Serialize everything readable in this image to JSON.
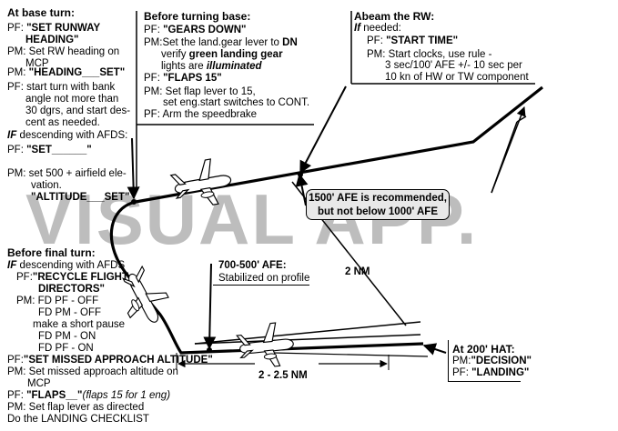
{
  "watermark": "VISUAL APP.",
  "base_turn": {
    "header": "At base turn:",
    "l1_role": "PF:",
    "l1_text": "\"SET RUNWAY",
    "l2_text": "HEADING\"",
    "l3_role": "PM:",
    "l3_text": "Set RW heading on",
    "l4_text": "MCP",
    "l5_role": "PM:",
    "l5_text": "\"HEADING___SET\"",
    "l6_role": "PF:",
    "l6_text": "start turn with bank",
    "l7_text": "angle not more than",
    "l8_text": "30 dgrs, and start des-",
    "l9_text": "cent as needed.",
    "if_kw": "IF",
    "if_text": "descending with AFDS:",
    "l11_role": "PF:",
    "l11_text": "\"SET______\"",
    "l12_role": "PM:",
    "l12_text": "set 500 + airfield ele-",
    "l13_text": "vation.",
    "l14_text": "\"ALTITUDE___SET\""
  },
  "before_base": {
    "header": "Before turning base:",
    "l1_role": "PF:",
    "l1_text": "\"GEARS DOWN\"",
    "l2_role": "PM:",
    "l2_pre": "Set the land.gear lever to ",
    "l2_bold": "DN",
    "l3_pre": "verify ",
    "l3_bold": "green landing gear",
    "l4_pre": "lights are ",
    "l4_bi": "illuminated",
    "l5_role": "PF:",
    "l5_text": "\"FLAPS 15\"",
    "l6_role": "PM:",
    "l6_text": "Set flap lever to 15,",
    "l7_text": "set eng.start switches to CONT.",
    "l8_role": "PF:",
    "l8_text": "Arm the speedbrake"
  },
  "abeam": {
    "header": "Abeam the RW:",
    "if_kw": "If",
    "if_text": "needed:",
    "l2_role": "PF:",
    "l2_text": "\"START TIME\"",
    "l3_role": "PM:",
    "l3_text": "Start clocks, use rule -",
    "l4_text": "3 sec/100' AFE +/- 10 sec per",
    "l5_text": "10 kn of HW or TW component"
  },
  "callout": {
    "line1": "1500' AFE is recommended,",
    "line2": "but not below 1000' AFE"
  },
  "dist_2nm": "2 NM",
  "stabilized": {
    "line1": "700-500' AFE:",
    "line2": "Stabilized on profile"
  },
  "before_final": {
    "header": "Before final turn:",
    "if_kw": "IF",
    "if_text": "descending with AFDS",
    "l2_role": "PF:",
    "l2_text": "\"RECYCLE FLIGHT",
    "l3_text": "DIRECTORS\"",
    "l4_role": "PM:",
    "l4_text": "FD PF - OFF",
    "l5_text": "FD PM - OFF",
    "l6_text": "make a short pause",
    "l7_text": "FD PM - ON",
    "l8_text": "FD PF  - ON",
    "l9_role": "PF:",
    "l9_text": "\"SET MISSED APPROACH ALTITUDE\"",
    "l10_role": "PM:",
    "l10_text": "Set missed approach altitude on",
    "l11_text": "MCP",
    "l12_role": "PF:",
    "l12_text": "\"FLAPS__\"",
    "l12_note": "(flaps 15 for 1 eng)",
    "l13_role": "PM:",
    "l13_text": "Set flap lever as directed",
    "l14_text": "Do the LANDING CHECKLIST"
  },
  "dist_final": "2 - 2.5 NM",
  "hat": {
    "header": "At 200' HAT:",
    "l2_role": "PM:",
    "l2_text": "\"DECISION\"",
    "l3_role": "PF:",
    "l3_text": "\"LANDING\""
  }
}
